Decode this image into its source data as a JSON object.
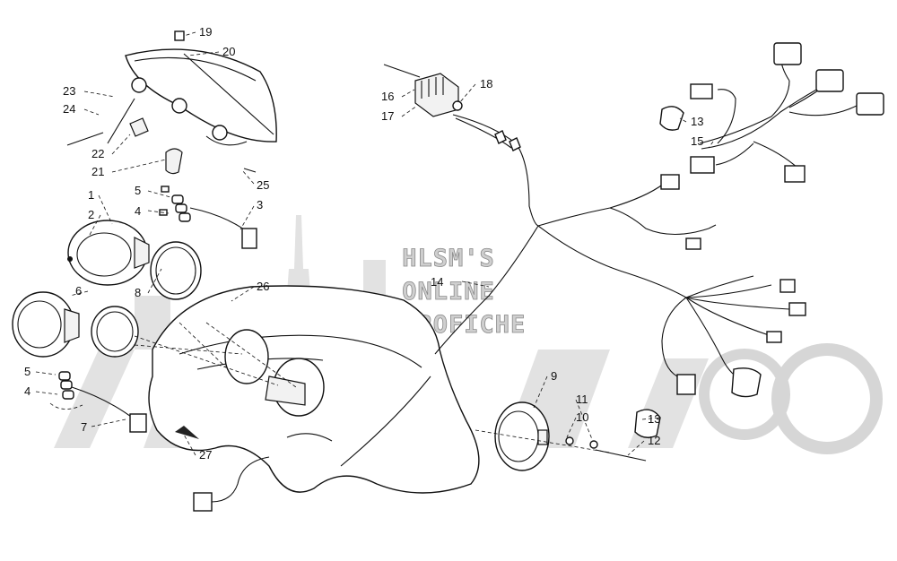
{
  "watermark": {
    "line1": "HLSM'S",
    "line2": "ONLINE",
    "line3": "MICROFICHE"
  },
  "callouts": [
    {
      "id": "c19",
      "label": "19"
    },
    {
      "id": "c20",
      "label": "20"
    },
    {
      "id": "c23",
      "label": "23"
    },
    {
      "id": "c24",
      "label": "24"
    },
    {
      "id": "c22",
      "label": "22"
    },
    {
      "id": "c21",
      "label": "21"
    },
    {
      "id": "c25",
      "label": "25"
    },
    {
      "id": "c1",
      "label": "1"
    },
    {
      "id": "c2",
      "label": "2"
    },
    {
      "id": "c5a",
      "label": "5"
    },
    {
      "id": "c4a",
      "label": "4"
    },
    {
      "id": "c3",
      "label": "3"
    },
    {
      "id": "c6",
      "label": "6"
    },
    {
      "id": "c8",
      "label": "8"
    },
    {
      "id": "c26",
      "label": "26"
    },
    {
      "id": "c5b",
      "label": "5"
    },
    {
      "id": "c4b",
      "label": "4"
    },
    {
      "id": "c7",
      "label": "7"
    },
    {
      "id": "c27",
      "label": "27"
    },
    {
      "id": "c16",
      "label": "16"
    },
    {
      "id": "c17",
      "label": "17"
    },
    {
      "id": "c18",
      "label": "18"
    },
    {
      "id": "c14",
      "label": "14"
    },
    {
      "id": "c13a",
      "label": "13"
    },
    {
      "id": "c15",
      "label": "15"
    },
    {
      "id": "c9",
      "label": "9"
    },
    {
      "id": "c11",
      "label": "11"
    },
    {
      "id": "c10",
      "label": "10"
    },
    {
      "id": "c13b",
      "label": "13"
    },
    {
      "id": "c12",
      "label": "12"
    }
  ]
}
